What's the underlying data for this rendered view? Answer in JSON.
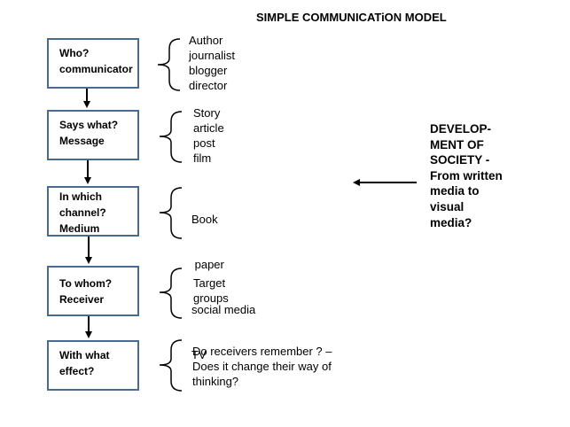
{
  "title": "SIMPLE COMMUNICATiON MODEL",
  "steps": [
    {
      "lines": [
        "Who?",
        "communicator"
      ],
      "items": [
        "Author",
        "journalist",
        "blogger",
        "director"
      ]
    },
    {
      "lines": [
        "Says what?",
        "Message"
      ],
      "items": [
        "Story",
        "article",
        "post",
        "film"
      ]
    },
    {
      "lines": [
        "In which",
        "channel?",
        "Medium"
      ],
      "items": [
        "Book",
        " paper",
        "social media",
        "TV"
      ]
    },
    {
      "lines": [
        "To whom?",
        "Receiver"
      ],
      "items": [
        "Target",
        "groups"
      ]
    },
    {
      "lines": [
        "With what",
        "effect?"
      ],
      "items": [
        "Do receivers remember  ? –",
        "Does it change their way of",
        "thinking?"
      ]
    }
  ],
  "note": {
    "lines": [
      "DEVELOP-",
      "MENT OF",
      "SOCIETY  -",
      "From written",
      "media to",
      "visual",
      "media?"
    ]
  },
  "colors": {
    "box_border": "#4a6b91",
    "line": "#000000"
  }
}
